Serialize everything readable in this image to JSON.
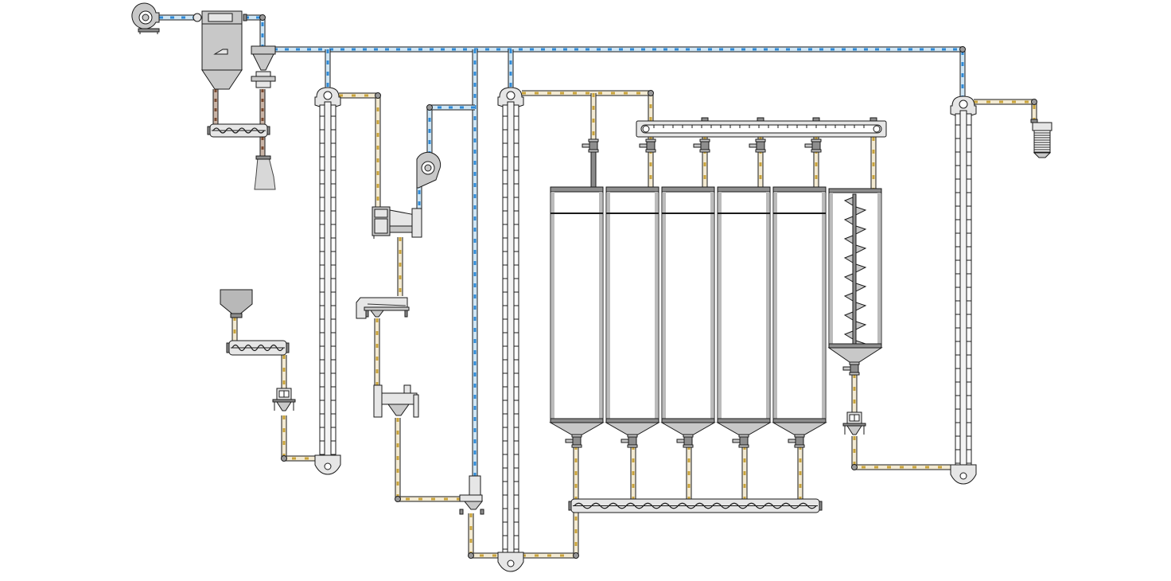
{
  "diagram": {
    "title": "",
    "type": "process-flow",
    "legend": {
      "air_pipe_color": "#2e8ad8",
      "material_pipe_color": "#c9a33a",
      "dust_pipe_color": "#7a4a30",
      "equipment_color": "#c8c8c8"
    },
    "equipment": [
      {
        "id": "main-fan",
        "kind": "centrifugal-fan"
      },
      {
        "id": "pulse-dust-collector",
        "kind": "bag-filter"
      },
      {
        "id": "cyclone-separator",
        "kind": "cyclone"
      },
      {
        "id": "dust-screw-conveyor",
        "kind": "screw-conveyor"
      },
      {
        "id": "dust-bag",
        "kind": "discharge-bag"
      },
      {
        "id": "intake-hopper",
        "kind": "hopper"
      },
      {
        "id": "intake-screw-conveyor",
        "kind": "screw-conveyor"
      },
      {
        "id": "magnetic-separator-1",
        "kind": "magnet"
      },
      {
        "id": "bucket-elevator-1",
        "kind": "bucket-elevator"
      },
      {
        "id": "pre-cleaner",
        "kind": "drum-sieve"
      },
      {
        "id": "aspiration-fan",
        "kind": "centrifugal-fan"
      },
      {
        "id": "vibrating-screen",
        "kind": "vibro-separator"
      },
      {
        "id": "destoner",
        "kind": "destoner"
      },
      {
        "id": "air-lock-discharger",
        "kind": "rotary-valve"
      },
      {
        "id": "bucket-elevator-2",
        "kind": "bucket-elevator"
      },
      {
        "id": "distribution-chain-conveyor",
        "kind": "chain-conveyor"
      },
      {
        "id": "storage-silo-1",
        "kind": "silo"
      },
      {
        "id": "storage-silo-2",
        "kind": "silo"
      },
      {
        "id": "storage-silo-3",
        "kind": "silo"
      },
      {
        "id": "storage-silo-4",
        "kind": "silo"
      },
      {
        "id": "storage-silo-5",
        "kind": "silo"
      },
      {
        "id": "screw-mixer-bin",
        "kind": "vertical-mixer"
      },
      {
        "id": "collecting-screw-conveyor",
        "kind": "screw-conveyor"
      },
      {
        "id": "magnetic-separator-2",
        "kind": "magnet"
      },
      {
        "id": "bucket-elevator-3",
        "kind": "bucket-elevator"
      },
      {
        "id": "product-dust-filter",
        "kind": "cartridge-filter"
      }
    ],
    "silo_count": 5,
    "bucket_elevator_count": 3
  }
}
